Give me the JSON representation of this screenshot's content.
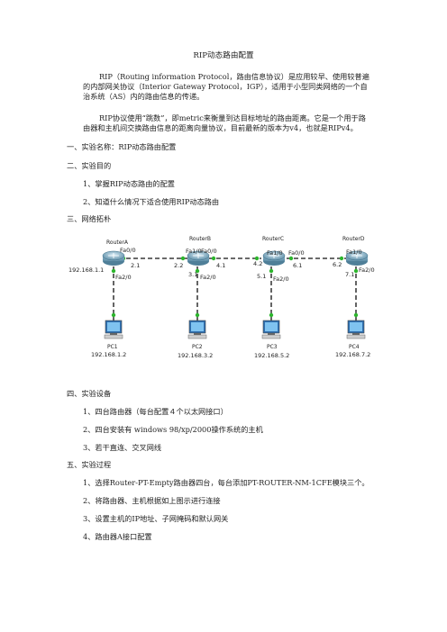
{
  "doc": {
    "title": "RIP动态路由配置",
    "intro1": "RIP（Routing information Protocol，路由信息协议）是应用较早、使用较普遍的内部网关协议（Interior Gateway Protocol，IGP），适用于小型同类网络的一个自治系统（AS）内的路由信息的传递。",
    "intro2": "RIP协议使用“跳数”，即metric来衡量到达目标地址的路由距离。它是一个用于路由器和主机间交换路由信息的距离向量协议，目前最新的版本为v4，也就是RIPv4。",
    "s1": "一、实验名称：RIP动态路由配置",
    "s2": "二、实验目的",
    "s2_1": "1、掌握RIP动态路由的配置",
    "s2_2": "2、知道什么情况下适合使用RIP动态路由",
    "s3": "三、网络拓朴",
    "s4": "四、实验设备",
    "s4_1": "1、四台路由器（每台配置４个以太网接口）",
    "s4_2": "2、四台安装有 windows 98/xp/2000操作系统的主机",
    "s4_3": "3、若干直连、交叉网线",
    "s5": "五、实验过程",
    "s5_1": "1、选择Router-PT-Empty路由器四台，每台添加PT-ROUTER-NM-1CFE模块三个。",
    "s5_2": "2、将路由器、主机根据如上图示进行连接",
    "s5_3": "3、设置主机的IP地址、子网掩码和默认网关",
    "s5_4": "4、路由器A接口配置"
  },
  "topology": {
    "routers": [
      "RouterA",
      "RouterB",
      "RouterC",
      "RouterD"
    ],
    "pcs": [
      {
        "name": "PC1",
        "ip": "192.168.1.2"
      },
      {
        "name": "PC2",
        "ip": "192.168.3.2"
      },
      {
        "name": "PC3",
        "ip": "192.168.5.2"
      },
      {
        "name": "PC4",
        "ip": "192.168.7.2"
      }
    ],
    "labels": {
      "a_fa00": "Fa0/0",
      "a_21": "2.1",
      "a_ip": "192.168.1.1",
      "a_fa20": "Fa2/0",
      "b_fa10": "Fa1/0",
      "b_fa00": "Fa0/0",
      "b_22": "2.2",
      "b_41": "4.1",
      "b_31": "3.1",
      "b_fa20": "Fa2/0",
      "c_fa10": "Fa1/0",
      "c_fa00": "Fa0/0",
      "c_42": "4.2",
      "c_61": "6.1",
      "c_51": "5.1",
      "c_fa20": "Fa2/0",
      "d_fa10": "Fa1/0",
      "d_62": "6.2",
      "d_71": "7.1",
      "d_fa20": "Fa2/0"
    }
  }
}
